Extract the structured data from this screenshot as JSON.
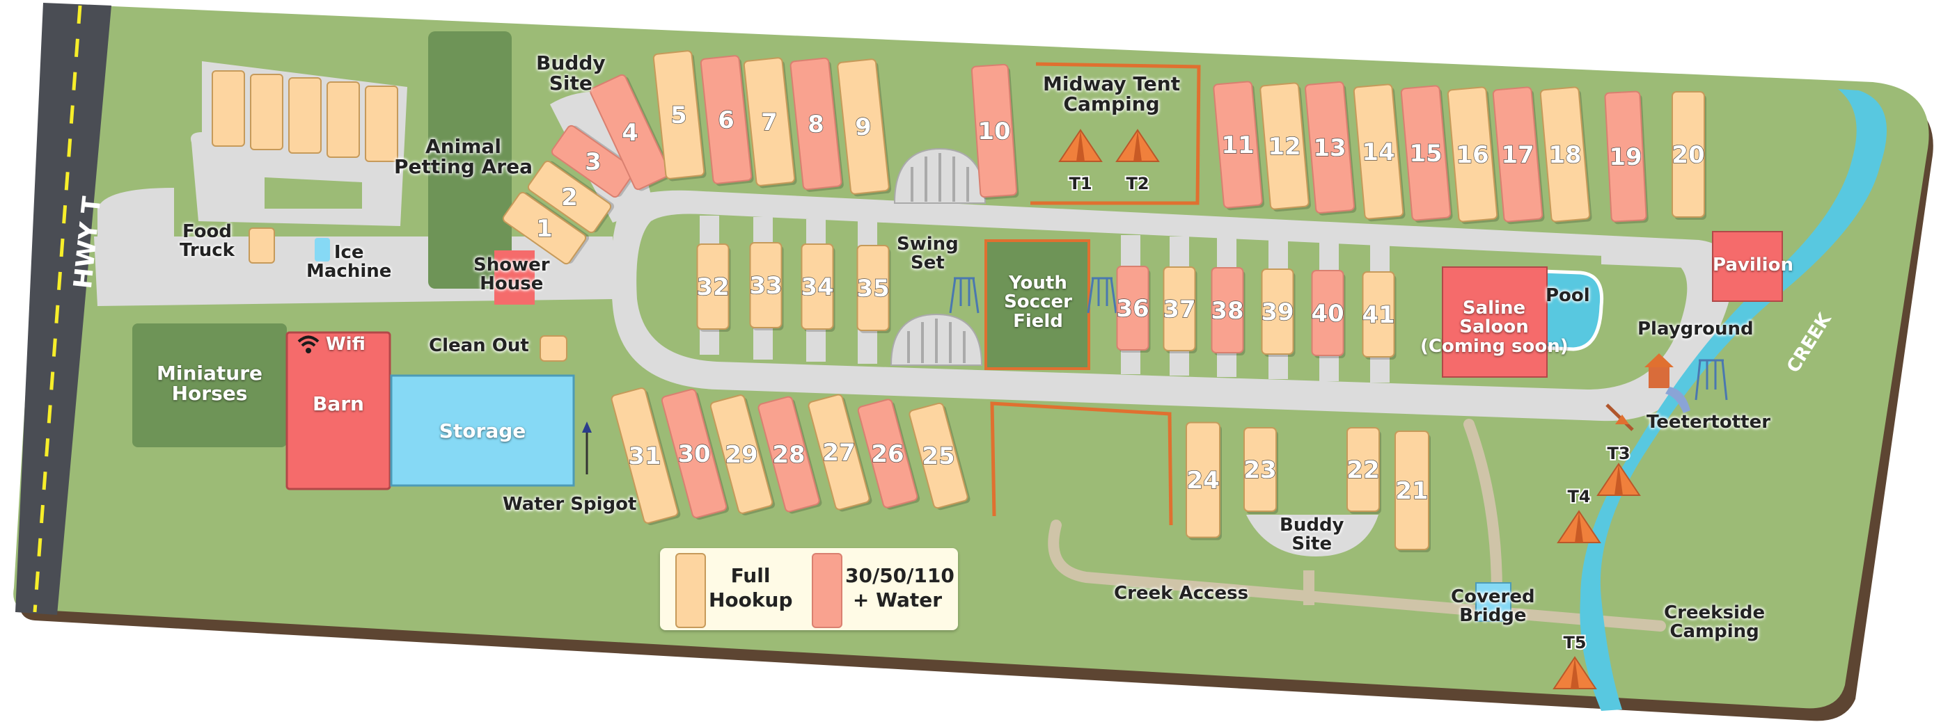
{
  "colors": {
    "grass": "#9cbb76",
    "grass_edge": "#5d4532",
    "road": "#dcdcdc",
    "full_hookup": "#fdd5a0",
    "power_water": "#f9a28f",
    "building_red": "#f56b6b",
    "storage_blue": "#86d9f5",
    "dark_green": "#6e9457",
    "creek": "#58c8e0",
    "tent_orange": "#f0803c"
  },
  "highway": {
    "label": "HWY T"
  },
  "creek": {
    "label": "CREEK"
  },
  "sites": [
    {
      "num": "1",
      "type": "full_hookup"
    },
    {
      "num": "2",
      "type": "full_hookup"
    },
    {
      "num": "3",
      "type": "power_water"
    },
    {
      "num": "4",
      "type": "power_water"
    },
    {
      "num": "5",
      "type": "full_hookup"
    },
    {
      "num": "6",
      "type": "power_water"
    },
    {
      "num": "7",
      "type": "full_hookup"
    },
    {
      "num": "8",
      "type": "power_water"
    },
    {
      "num": "9",
      "type": "full_hookup"
    },
    {
      "num": "10",
      "type": "power_water"
    },
    {
      "num": "11",
      "type": "power_water"
    },
    {
      "num": "12",
      "type": "full_hookup"
    },
    {
      "num": "13",
      "type": "power_water"
    },
    {
      "num": "14",
      "type": "full_hookup"
    },
    {
      "num": "15",
      "type": "power_water"
    },
    {
      "num": "16",
      "type": "full_hookup"
    },
    {
      "num": "17",
      "type": "power_water"
    },
    {
      "num": "18",
      "type": "full_hookup"
    },
    {
      "num": "19",
      "type": "power_water"
    },
    {
      "num": "20",
      "type": "full_hookup"
    },
    {
      "num": "21",
      "type": "full_hookup"
    },
    {
      "num": "22",
      "type": "full_hookup"
    },
    {
      "num": "23",
      "type": "full_hookup"
    },
    {
      "num": "24",
      "type": "full_hookup"
    },
    {
      "num": "25",
      "type": "full_hookup"
    },
    {
      "num": "26",
      "type": "power_water"
    },
    {
      "num": "27",
      "type": "full_hookup"
    },
    {
      "num": "28",
      "type": "power_water"
    },
    {
      "num": "29",
      "type": "full_hookup"
    },
    {
      "num": "30",
      "type": "power_water"
    },
    {
      "num": "31",
      "type": "full_hookup"
    },
    {
      "num": "32",
      "type": "full_hookup"
    },
    {
      "num": "33",
      "type": "full_hookup"
    },
    {
      "num": "34",
      "type": "full_hookup"
    },
    {
      "num": "35",
      "type": "full_hookup"
    },
    {
      "num": "36",
      "type": "power_water"
    },
    {
      "num": "37",
      "type": "full_hookup"
    },
    {
      "num": "38",
      "type": "power_water"
    },
    {
      "num": "39",
      "type": "full_hookup"
    },
    {
      "num": "40",
      "type": "power_water"
    },
    {
      "num": "41",
      "type": "full_hookup"
    }
  ],
  "tents": [
    "T1",
    "T2",
    "T3",
    "T4",
    "T5"
  ],
  "labels": {
    "buddy_site_top": "Buddy\nSite",
    "buddy_site_bottom": "Buddy\nSite",
    "animal_petting": "Animal\nPetting Area",
    "food_truck": "Food\nTruck",
    "ice_machine": "Ice\nMachine",
    "shower_house": "Shower\nHouse",
    "midway_tent": "Midway Tent\nCamping",
    "swing_set": "Swing\nSet",
    "youth_soccer": "Youth\nSoccer\nField",
    "saline_saloon": "Saline\nSaloon\n(Coming soon)",
    "pool": "Pool",
    "pavilion": "Pavilion",
    "playground": "Playground",
    "teetertotter": "Teetertotter",
    "clean_out": "Clean Out",
    "wifi": "Wifi",
    "barn": "Barn",
    "miniature_horses": "Miniature\nHorses",
    "storage": "Storage",
    "water_spigot": "Water Spigot",
    "creek_access": "Creek Access",
    "covered_bridge": "Covered\nBridge",
    "creekside_camping": "Creekside\nCamping"
  },
  "legend": {
    "full_hookup": "Full\nHookup",
    "power_water": "30/50/110\n+ Water"
  }
}
